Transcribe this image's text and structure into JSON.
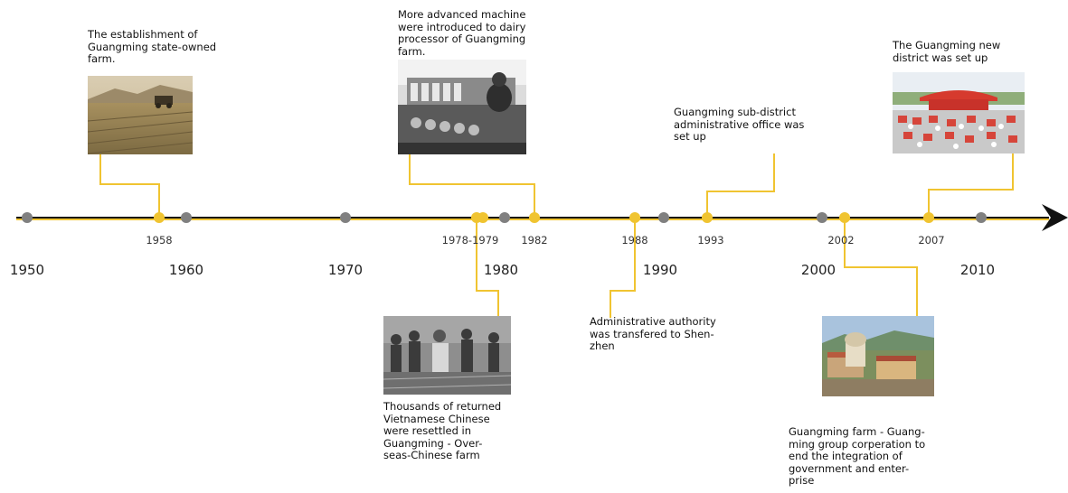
{
  "timeline": {
    "decades": [
      "1950",
      "1960",
      "1970",
      "1980",
      "1990",
      "2000",
      "2010"
    ],
    "year_labels": {
      "y1958": "1958",
      "y1978": "1978-1979",
      "y1982": "1982",
      "y1988": "1988",
      "y1993": "1993",
      "y2002": "2002",
      "y2007": "2007"
    },
    "colors": {
      "axis": "#111111",
      "accent": "#f0c431",
      "gray_dot": "#808080"
    }
  },
  "events": {
    "e1958": {
      "caption_lines": [
        "The establishment of",
        "Guangming state-owned",
        "farm."
      ],
      "photo": "harvest-field-photo"
    },
    "e1982": {
      "caption_lines": [
        "More advanced machine",
        "were introduced to dairy",
        "processor of Guangming",
        "farm."
      ],
      "photo": "dairy-machine-photo"
    },
    "e1978": {
      "caption_lines": [
        "Thousands of returned",
        "Vietnamese Chinese",
        "were resettled in",
        "Guangming - Over-",
        "seas-Chinese farm"
      ],
      "photo": "crowd-resettlement-photo"
    },
    "e1988": {
      "caption_lines": [
        "Administrative authority",
        "was transfered to Shen-",
        "zhen"
      ]
    },
    "e1993": {
      "caption_lines": [
        "Guangming sub-district",
        "administrative office was",
        "set up"
      ]
    },
    "e2002": {
      "caption_lines": [
        "Guangming farm - Guang-",
        "ming group corperation to",
        "end the integration of",
        "government and enter-",
        "prise"
      ],
      "photo": "town-buildings-photo"
    },
    "e2007": {
      "caption_lines": [
        "The Guangming new",
        "district was set up"
      ],
      "photo": "ceremony-photo"
    }
  }
}
